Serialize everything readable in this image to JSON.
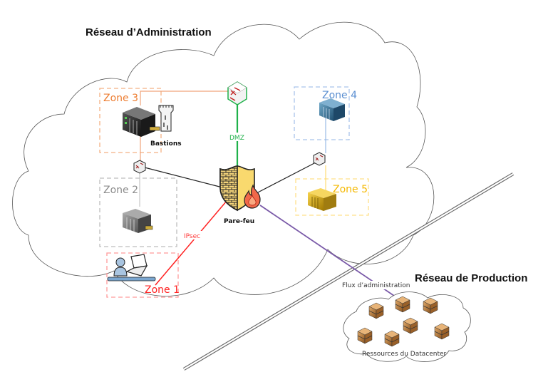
{
  "titles": {
    "admin_network": "Réseau d’Administration",
    "production_network": "Réseau de Production"
  },
  "zones": [
    {
      "id": "zone1",
      "label": "Zone 1",
      "color": "#ff3b3b",
      "border": "#ff9a9a",
      "content": "user-laptop"
    },
    {
      "id": "zone2",
      "label": "Zone 2",
      "color": "#8c8c8c",
      "border": "#bdbdbd",
      "content": "server-gray"
    },
    {
      "id": "zone3",
      "label": "Zone 3",
      "color": "#ed7d31",
      "border": "#f4b183",
      "content": "server-black"
    },
    {
      "id": "zone4",
      "label": "Zone 4",
      "color": "#5b8fd1",
      "border": "#a9c4eb",
      "content": "server-blue"
    },
    {
      "id": "zone5",
      "label": "Zone 5",
      "color": "#f5b800",
      "border": "#ffe08a",
      "content": "server-gold"
    }
  ],
  "labels": {
    "bastions": "Bastions",
    "firewall": "Pare-feu",
    "dmz": "DMZ",
    "ipsec": "IPsec",
    "admin_flow": "Flux d’administration",
    "datacenter": "Ressources du Datacenter"
  },
  "link_colors": {
    "dmz": "#1fb14a",
    "ipsec": "#ff2020",
    "admin_flow": "#7a5aa8",
    "zone3": "#f0a47a",
    "zone4": "#8fb4e3",
    "zone5": "#ffd966",
    "trunk": "#222222",
    "zone2": "#bbbbbb"
  },
  "datacenter_server_count": 7
}
